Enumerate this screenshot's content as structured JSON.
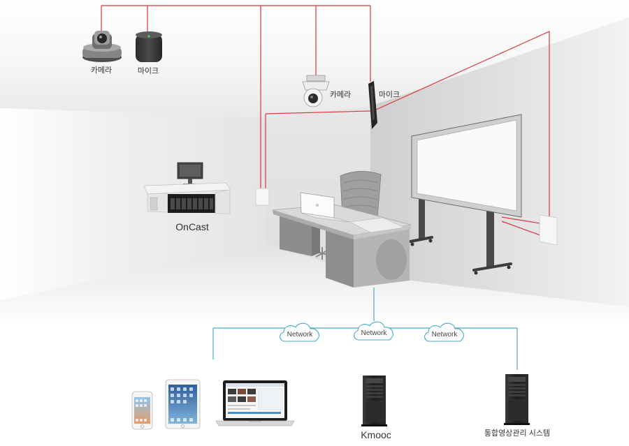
{
  "top_devices": {
    "camera_label": "카메라",
    "mic_label": "마이크"
  },
  "ceiling_devices": {
    "camera_label": "카메라",
    "mic_label": "마이크"
  },
  "encoder": {
    "label": "OnCast"
  },
  "network": {
    "clouds": [
      "Network",
      "Network",
      "Network"
    ]
  },
  "servers": {
    "kmooc_label": "Kmooc",
    "management_label": "통합영상관리 시스템"
  },
  "client_devices": [
    "smartphone-icon",
    "tablet-icon",
    "laptop-icon"
  ],
  "colors": {
    "signal_line": "#d9363e",
    "network_line": "#49a8c8",
    "equipment_dark": "#232323",
    "wall": "#d2d2d2",
    "label_text": "#333333"
  }
}
